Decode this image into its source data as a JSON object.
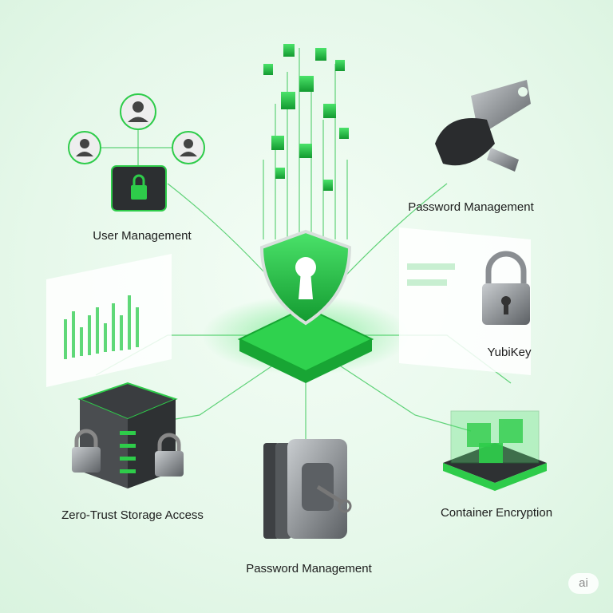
{
  "labels": {
    "user_management": "User Management",
    "password_management_top": "Password Management",
    "yubikey": "YubiKey",
    "zero_trust": "Zero-Trust Storage Access",
    "container_encryption": "Container Encryption",
    "password_management_bottom": "Password Management"
  },
  "watermark": "ai",
  "colors": {
    "accent": "#2ecc4a",
    "dark_green": "#1a9a35",
    "background": "#e8f8ec",
    "metal": "#7a7e82"
  }
}
